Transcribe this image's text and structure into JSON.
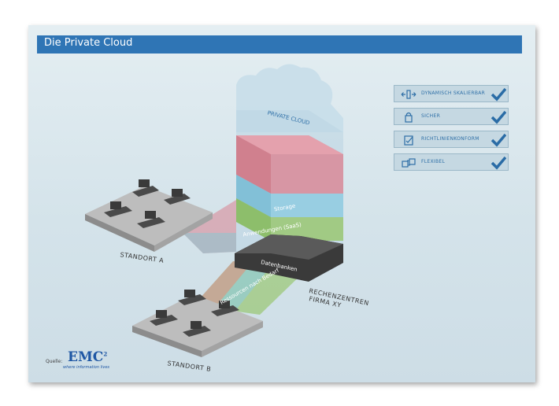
{
  "title": "Die Private Cloud",
  "features": [
    {
      "label": "DYNAMISCH SKALIERBAR",
      "icon": "resize-arrows-icon"
    },
    {
      "label": "SICHER",
      "icon": "lock-icon"
    },
    {
      "label": "RICHTLINIENKONFORM",
      "icon": "clipboard-check-icon"
    },
    {
      "label": "FLEXIBEL",
      "icon": "swap-boxes-icon"
    }
  ],
  "diagram": {
    "cloud_label": "PRIVATE CLOUD",
    "layers": [
      "Storage",
      "Anwendungen (SaaS)",
      "Datenbanken"
    ],
    "ressourcen_label": "Ressourcen nach Bedarf",
    "standort_a": "STANDORT A",
    "standort_b": "STANDORT B",
    "rechenzentren_line1": "RECHENZENTREN",
    "rechenzentren_line2": "FIRMA XY"
  },
  "source": {
    "label": "Quelle:",
    "logo": "EMC",
    "logo_sup": "2",
    "tagline": "where information lives"
  },
  "colors": {
    "accent": "#2f75b5",
    "check": "#2a6ca6",
    "storage": "#d98a98",
    "applications": "#8fcbe0",
    "databases": "#9cc879"
  }
}
